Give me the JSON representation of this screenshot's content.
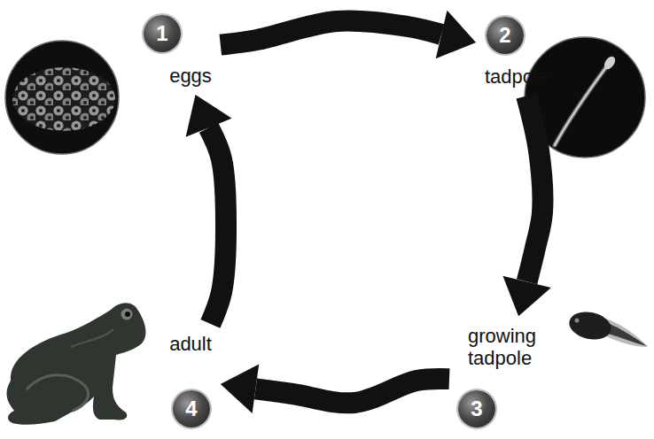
{
  "diagram": {
    "nodes": [
      {
        "text": [
          "1",
          "eggs"
        ]
      },
      {
        "text": [
          "2",
          "tadpole"
        ]
      },
      {
        "text": [
          "growing tadpole",
          "3"
        ]
      },
      {
        "text": [
          "adult",
          "4"
        ]
      }
    ],
    "edges": [
      {
        "from": 0,
        "to": 1,
        "arrow": "to"
      },
      {
        "from": 1,
        "to": 2,
        "arrow": "to"
      },
      {
        "from": 2,
        "to": 3,
        "arrow": "to"
      },
      {
        "from": 3,
        "to": 0,
        "arrow": "to"
      }
    ]
  }
}
